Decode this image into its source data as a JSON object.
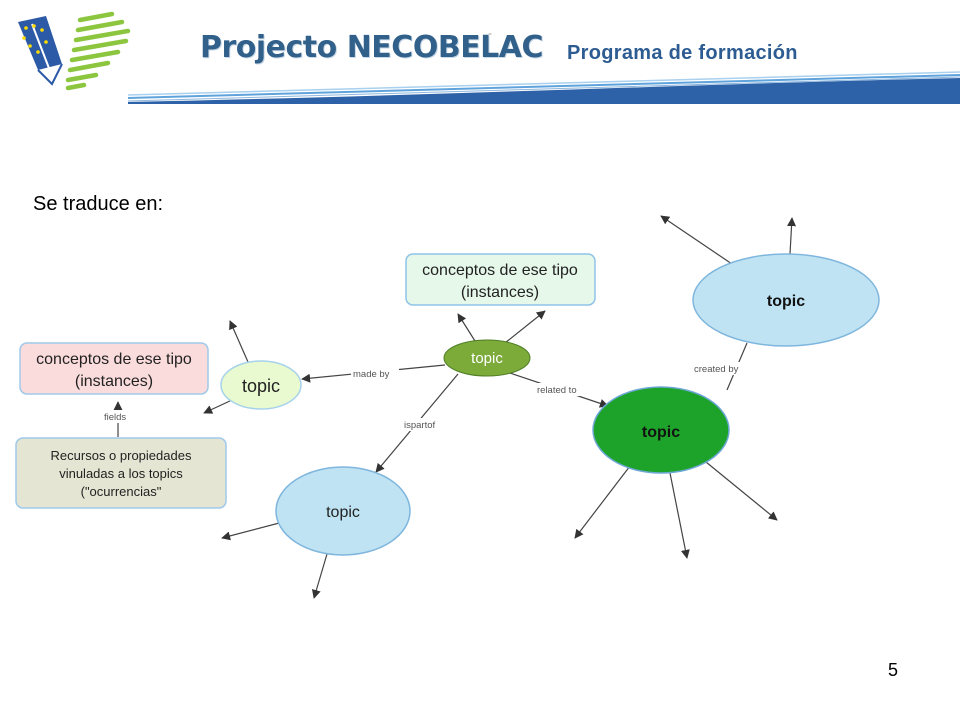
{
  "header": {
    "brand": "Projecto NECOBELAC",
    "brand_mark": "-",
    "program": "Programa de formación"
  },
  "intro": "Se traduce en:",
  "diagram": {
    "nodes": {
      "center": "topic",
      "left": "topic",
      "bottom": "topic",
      "related": "topic",
      "top_right": "topic"
    },
    "boxes": {
      "instances_top_line1": "conceptos de ese tipo",
      "instances_top_line2": "(instances)",
      "instances_left_line1": "conceptos de ese tipo",
      "instances_left_line2": "(instances)",
      "resources_line1": "Recursos o propiedades",
      "resources_line2": "vinuladas a los topics",
      "resources_line3": "(\"ocurrencias\""
    },
    "edges": {
      "made_by": "made by",
      "related_to": "related to",
      "ispartof": "ispartof",
      "created_by": "created by",
      "fields": "fields"
    }
  },
  "slide_number": "5",
  "colors": {
    "brand_blue": "#2d5c92",
    "logo_green": "#8cc63f",
    "center_node": "#7cab3a",
    "related_node": "#1ea32a",
    "light_blue_node": "#bfe3f3",
    "light_green_node": "#e9f9d0",
    "pink_box": "#fbdcdc",
    "beige_box": "#e5e5d4"
  }
}
